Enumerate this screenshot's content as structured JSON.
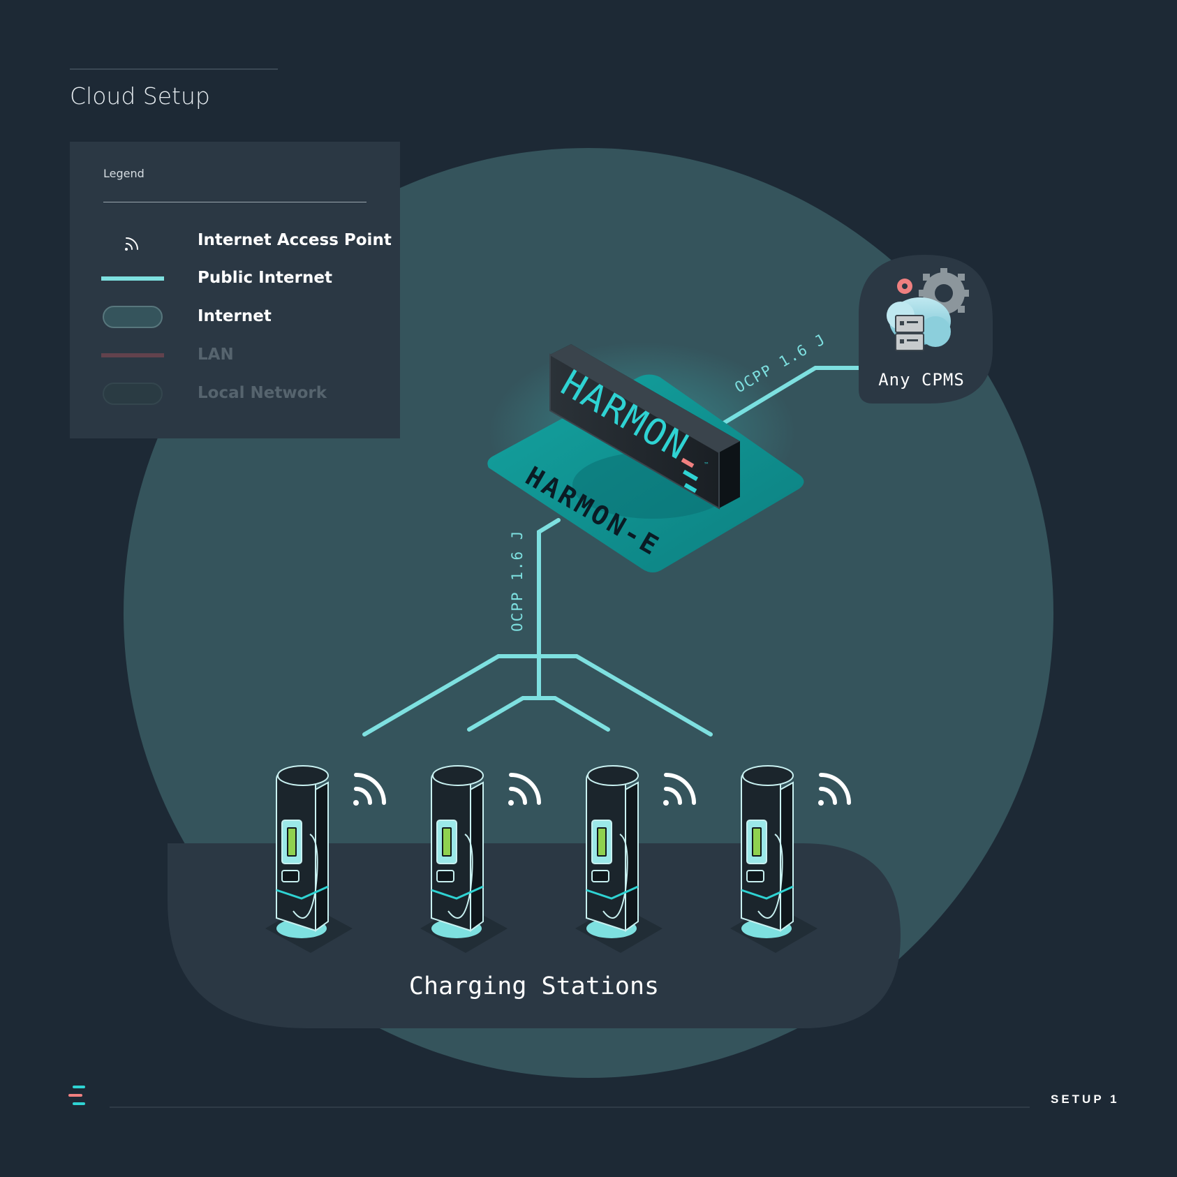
{
  "page": {
    "title": "Cloud Setup"
  },
  "legend": {
    "heading": "Legend",
    "items": [
      {
        "label": "Internet Access Point",
        "icon": "wifi-icon",
        "active": true
      },
      {
        "label": "Public Internet",
        "icon": "public-internet-line",
        "active": true
      },
      {
        "label": "Internet",
        "icon": "internet-zone-pill",
        "active": true
      },
      {
        "label": "LAN",
        "icon": "lan-line",
        "active": false
      },
      {
        "label": "Local Network",
        "icon": "local-network-pill",
        "active": false
      }
    ]
  },
  "diagram": {
    "hub": {
      "display_text": "HARMON",
      "pad_text": "HARMON-E",
      "tm": "™"
    },
    "cpms": {
      "label": "Any CPMS",
      "icon": "cloud-server-gear-icon"
    },
    "links": {
      "hub_to_cpms": "OCPP 1.6 J",
      "hub_to_stations": "OCPP 1.6 J"
    },
    "stations": {
      "label": "Charging Stations",
      "count": 4,
      "battery_level": 1.0
    }
  },
  "footer": {
    "label": "SETUP 1"
  },
  "colors": {
    "background": "#1d2935",
    "internet_zone": "#35545c",
    "local_zone": "#2b3844",
    "public_internet": "#7ee0e0",
    "lan": "#7a4752",
    "accent_teal": "#2fd3d3",
    "accent_pink": "#f08080",
    "battery_green": "#8fd14f"
  }
}
